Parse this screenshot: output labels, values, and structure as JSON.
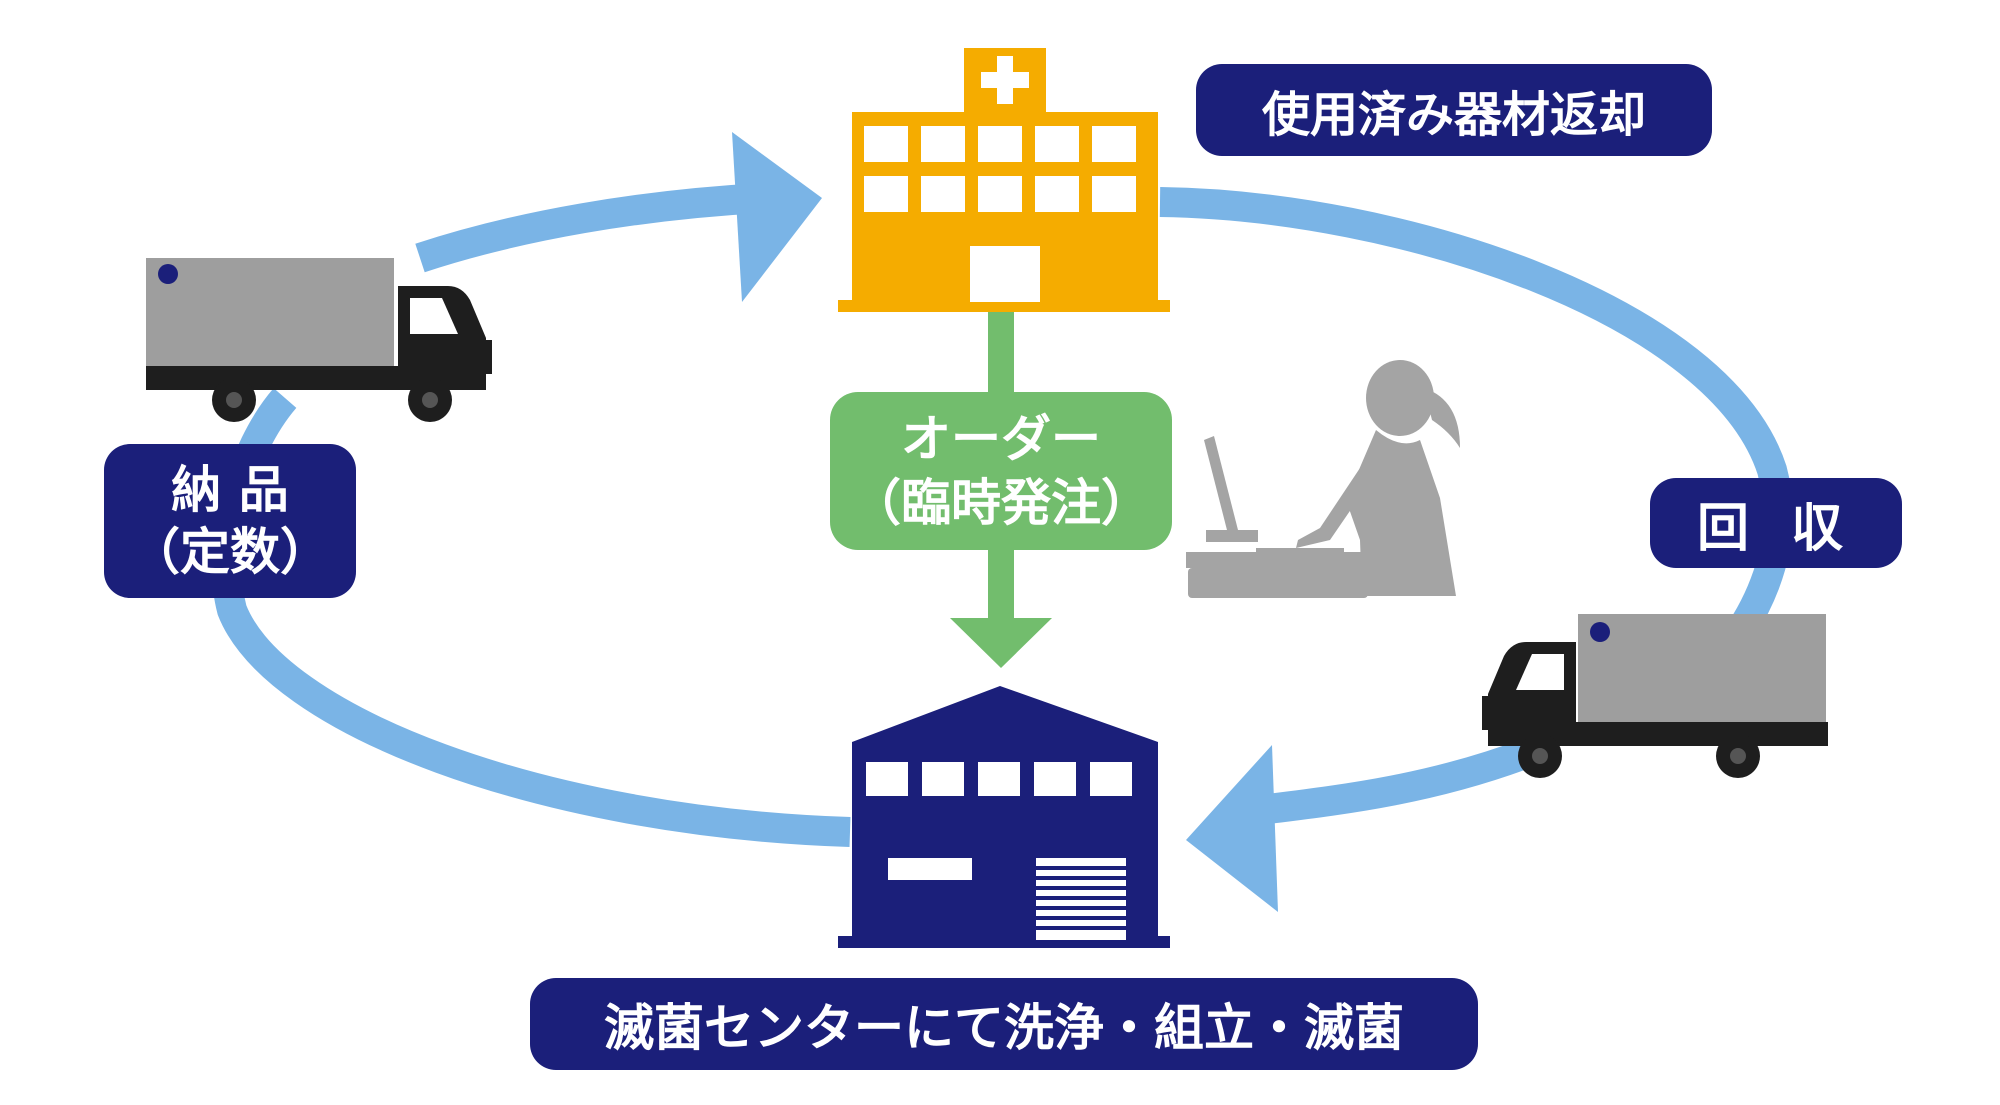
{
  "labels": {
    "return_used": "使用済み器材返却",
    "collect": "回 収",
    "deliver_line1": "納 品",
    "deliver_line2": "（定数）",
    "order_line1": "オーダー",
    "order_line2": "（臨時発注）",
    "center": "滅菌センターにて洗浄・組立・滅菌"
  },
  "icons": {
    "hospital": "hospital-icon",
    "factory": "sterilization-center-icon",
    "truck_left": "delivery-truck-icon",
    "truck_right": "collection-truck-icon",
    "operator": "person-at-computer-icon",
    "cycle_arrows": "cycle-arrow-icon",
    "order_arrow": "down-arrow-icon"
  },
  "colors": {
    "navy": "#1b1f7a",
    "cycle_blue": "#7ab4e6",
    "hospital_orange": "#f5ac00",
    "order_green": "#72bd6d",
    "truck_gray": "#9e9e9e",
    "truck_dark": "#1e1e1e",
    "person_gray": "#a4a4a4"
  }
}
